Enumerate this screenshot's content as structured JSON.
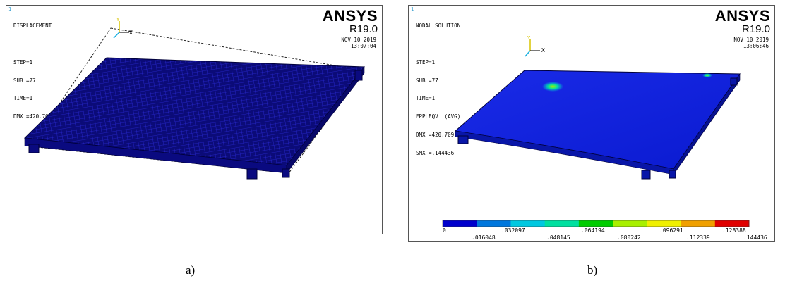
{
  "panel_a": {
    "corner_number": "1",
    "header_lines": [
      "DISPLACEMENT",
      "",
      "STEP=1",
      "SUB =77",
      "TIME=1",
      "DMX =420.709"
    ],
    "brand": "ANSYS",
    "version": "R19.0",
    "date": "NOV 10 2019",
    "time": "13:07:04",
    "axis_x": "X",
    "axis_y": "Y",
    "caption": "a)"
  },
  "panel_b": {
    "corner_number": "1",
    "header_lines": [
      "NODAL SOLUTION",
      "",
      "STEP=1",
      "SUB =77",
      "TIME=1",
      "EPPLEQV  (AVG)",
      "DMX =420.709",
      "SMX =.144436"
    ],
    "brand": "ANSYS",
    "version": "R19.0",
    "date": "NOV 10 2019",
    "time": "13:06:46",
    "axis_x": "X",
    "axis_y": "Y",
    "caption": "b)",
    "legend": {
      "colors": [
        "#0000cc",
        "#0077dd",
        "#00c8e0",
        "#00e0a0",
        "#00cc00",
        "#a8f000",
        "#f0f000",
        "#f0a000",
        "#e00000"
      ],
      "labels_top": [
        "0",
        ".032097",
        ".064194",
        ".096291",
        ".128388"
      ],
      "labels_bottom": [
        ".016048",
        ".048145",
        ".080242",
        ".112339",
        ".144436"
      ]
    }
  }
}
